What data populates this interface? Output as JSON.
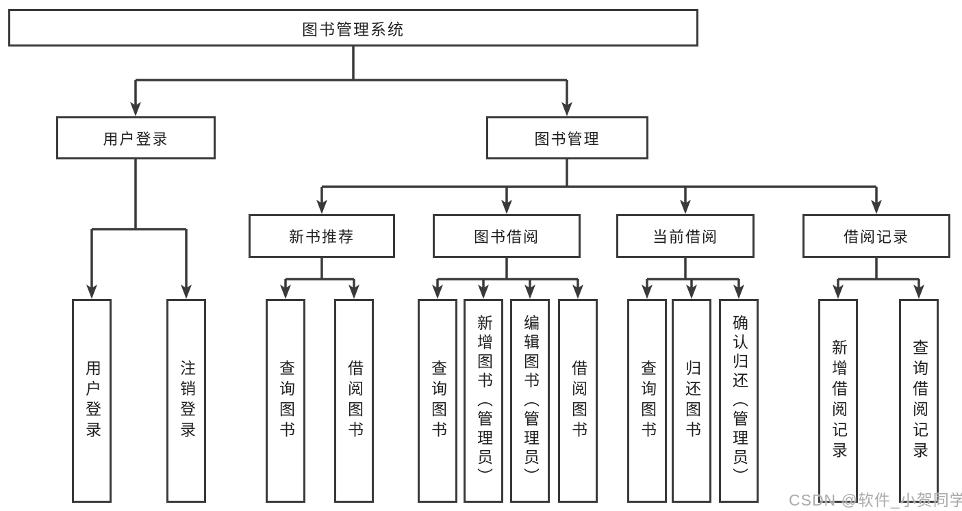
{
  "tree": {
    "label": "图书管理系统",
    "children": [
      {
        "label": "用户登录",
        "children": [
          {
            "label": "用户登录"
          },
          {
            "label": "注销登录"
          }
        ]
      },
      {
        "label": "图书管理",
        "children": [
          {
            "label": "新书推荐",
            "children": [
              {
                "label": "查询图书"
              },
              {
                "label": "借阅图书"
              }
            ]
          },
          {
            "label": "图书借阅",
            "children": [
              {
                "label": "查询图书"
              },
              {
                "label": "新增图书（管理员）"
              },
              {
                "label": "编辑图书（管理员）"
              },
              {
                "label": "借阅图书"
              }
            ]
          },
          {
            "label": "当前借阅",
            "children": [
              {
                "label": "查询图书"
              },
              {
                "label": "归还图书"
              },
              {
                "label": "确认归还（管理员）"
              }
            ]
          },
          {
            "label": "借阅记录",
            "children": [
              {
                "label": "新增借阅记录"
              },
              {
                "label": "查询借阅记录"
              }
            ]
          }
        ]
      }
    ]
  },
  "watermark": "CSDN @软件_小贺同学",
  "colors": {
    "line": "#3a3a3a",
    "text": "#1f1f1f",
    "watermark": "#ababab"
  }
}
